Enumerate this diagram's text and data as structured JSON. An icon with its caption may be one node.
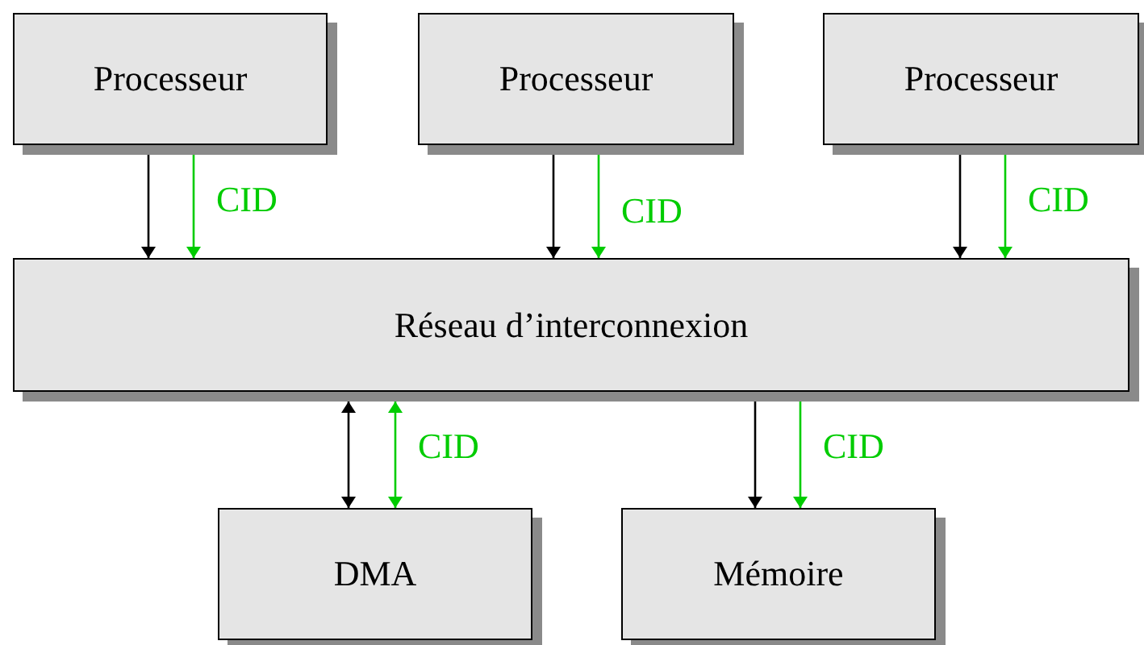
{
  "diagram": {
    "nodes": [
      {
        "text": [
          "Processeur"
        ]
      },
      {
        "text": [
          "Processeur"
        ]
      },
      {
        "text": [
          "Processeur"
        ]
      },
      {
        "text": [
          "Réseau d’interconnexion"
        ]
      },
      {
        "text": [
          "DMA"
        ]
      },
      {
        "text": [
          "Mémoire"
        ]
      }
    ],
    "edges": [
      {
        "from": 0,
        "to": 3,
        "arrow": "to"
      },
      {
        "from": 0,
        "to": 3,
        "arrow": "to",
        "label": "CID",
        "color": "#00cc00"
      },
      {
        "from": 1,
        "to": 3,
        "arrow": "to"
      },
      {
        "from": 1,
        "to": 3,
        "arrow": "to",
        "label": "CID",
        "color": "#00cc00"
      },
      {
        "from": 2,
        "to": 3,
        "arrow": "to"
      },
      {
        "from": 2,
        "to": 3,
        "arrow": "to",
        "label": "CID",
        "color": "#00cc00"
      },
      {
        "from": 3,
        "to": 4,
        "arrow": "both"
      },
      {
        "from": 3,
        "to": 4,
        "arrow": "both",
        "label": "CID",
        "color": "#00cc00"
      },
      {
        "from": 3,
        "to": 5,
        "arrow": "to"
      },
      {
        "from": 3,
        "to": 5,
        "arrow": "to",
        "label": "CID",
        "color": "#00cc00"
      }
    ]
  }
}
